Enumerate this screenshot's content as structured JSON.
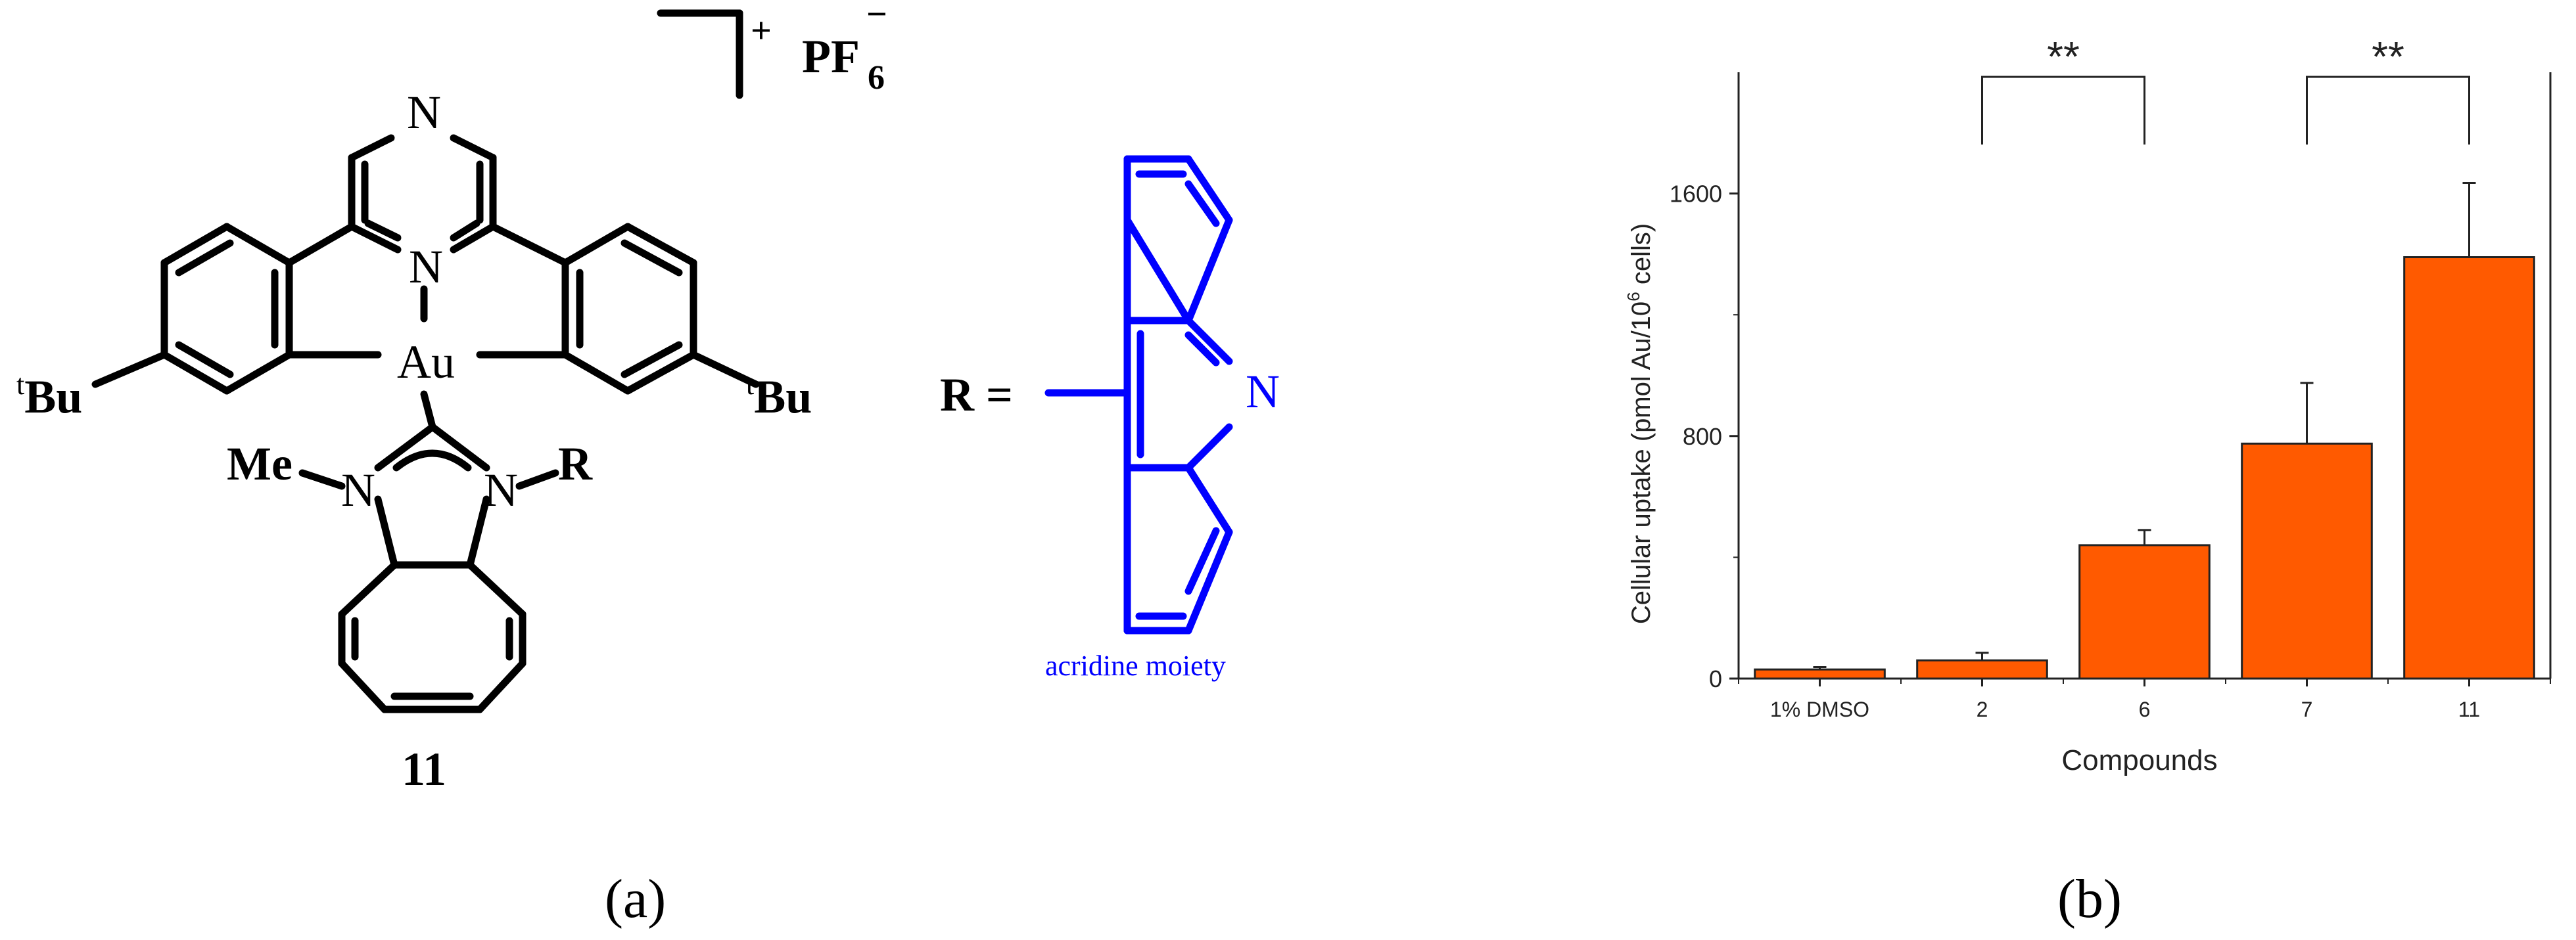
{
  "panel_a": {
    "label": "(a)",
    "compound_number": "11",
    "counterion": "PF",
    "counterion_subscript": "6",
    "counterion_charge": "−",
    "cation_charge": "+",
    "metal": "Au",
    "nitrogen": "N",
    "tbu_superscript": "t",
    "tbu": "Bu",
    "methyl": "Me",
    "r_group": "R",
    "r_definition": "R =",
    "acridine_nitrogen": "N",
    "moiety_caption": "acridine moiety",
    "moiety_color": "#0000ff"
  },
  "panel_b": {
    "label": "(b)"
  },
  "chart_data": {
    "type": "bar",
    "categories": [
      "1% DMSO",
      "2",
      "6",
      "7",
      "11"
    ],
    "values": [
      30,
      60,
      440,
      775,
      1390
    ],
    "errors": [
      8,
      25,
      50,
      200,
      245
    ],
    "bar_color": "#ff5a00",
    "xlabel": "Compounds",
    "ylabel": "Cellular uptake (pmol Au/10",
    "ylabel_superscript": "6",
    "ylabel_suffix": " cells)",
    "ylim": [
      0,
      2000
    ],
    "yticks": [
      0,
      800,
      1600
    ],
    "ytick_labels": [
      "0",
      "800",
      "1600"
    ],
    "significance": [
      {
        "pair": [
          1,
          2
        ],
        "label": "**"
      },
      {
        "pair": [
          3,
          4
        ],
        "label": "**"
      }
    ],
    "grid": false
  }
}
